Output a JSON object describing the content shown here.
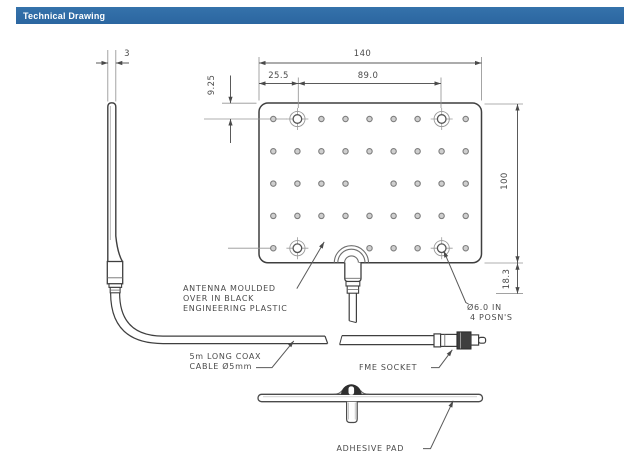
{
  "header": {
    "title": "Technical Drawing"
  },
  "dimensions": {
    "antenna_thickness": "3",
    "hole_vertical_offset": "9.25",
    "hole_left_offset": "25.5",
    "hole_horizontal_spacing": "89.0",
    "plate_width": "140",
    "plate_height": "100",
    "stub_length": "18.3"
  },
  "annotations": {
    "antenna_note": [
      "ANTENNA MOULDED",
      "OVER IN BLACK",
      "ENGINEERING PLASTIC"
    ],
    "coax_note": [
      "5m LONG COAX",
      "CABLE Ø5mm"
    ],
    "fme_socket": "FME SOCKET",
    "hole_note": [
      "Ø6.0 IN",
      "4 POSN'S"
    ],
    "adhesive_pad": "ADHESIVE PAD"
  },
  "colors": {
    "header_bar": "#2e6da4",
    "line": "#4a4a4a",
    "text": "#4b4b4b"
  }
}
